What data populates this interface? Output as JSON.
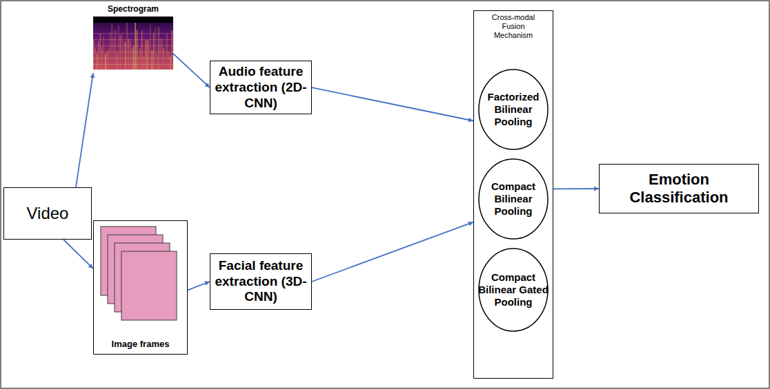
{
  "diagram": {
    "nodes": [
      {
        "text": [
          "Video"
        ]
      },
      {
        "text": [
          "Spectrogram"
        ]
      },
      {
        "text": [
          "Image frames"
        ]
      },
      {
        "text": [
          "Audio feature extraction (2D-CNN)"
        ]
      },
      {
        "text": [
          "Facial feature extraction (3D-CNN)"
        ]
      },
      {
        "text": [
          "Cross-modal Fusion Mechanism"
        ]
      },
      {
        "text": [
          "Factorized Bilinear Pooling"
        ],
        "in": 5
      },
      {
        "text": [
          "Compact Bilinear Pooling"
        ],
        "in": 5
      },
      {
        "text": [
          "Compact Bilinear Gated Pooling"
        ],
        "in": 5
      },
      {
        "text": [
          "Emotion Classification"
        ]
      }
    ],
    "edges": [
      {
        "from": 0,
        "to": 1,
        "arrow": "to"
      },
      {
        "from": 0,
        "to": 2,
        "arrow": "to"
      },
      {
        "from": 1,
        "to": 3,
        "arrow": "to"
      },
      {
        "from": 2,
        "to": 4,
        "arrow": "to"
      },
      {
        "from": 3,
        "to": 5,
        "arrow": "to"
      },
      {
        "from": 4,
        "to": 5,
        "arrow": "to"
      },
      {
        "from": 5,
        "to": 9,
        "arrow": "to"
      }
    ]
  }
}
